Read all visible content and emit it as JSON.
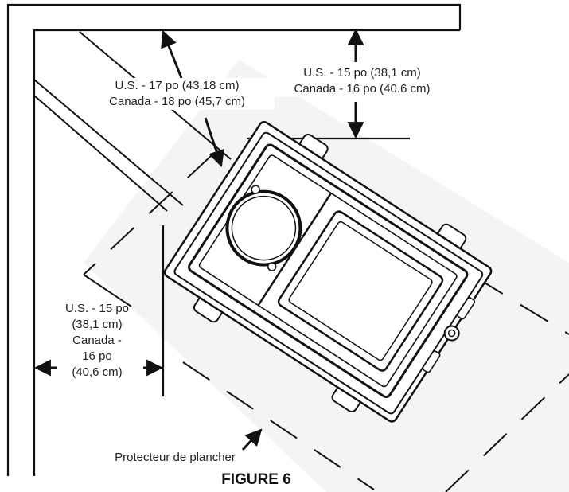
{
  "clearances": {
    "rear_left": {
      "us": "U.S. - 17 po (43,18 cm)",
      "canada": "Canada - 18 po (45,7 cm)"
    },
    "rear_right": {
      "us": "U.S. - 15 po (38,1 cm)",
      "canada": "Canada - 16 po (40.6 cm)"
    },
    "side_left": {
      "line1": "U.S. - 15 po",
      "line2": "(38,1 cm)",
      "line3": "Canada -",
      "line4": "16 po",
      "line5": "(40,6 cm)"
    }
  },
  "floor_protector_label": "Protecteur de plancher",
  "caption": "FIGURE 6",
  "colors": {
    "line": "#111111",
    "floor_protector": "#f4f4f4"
  }
}
